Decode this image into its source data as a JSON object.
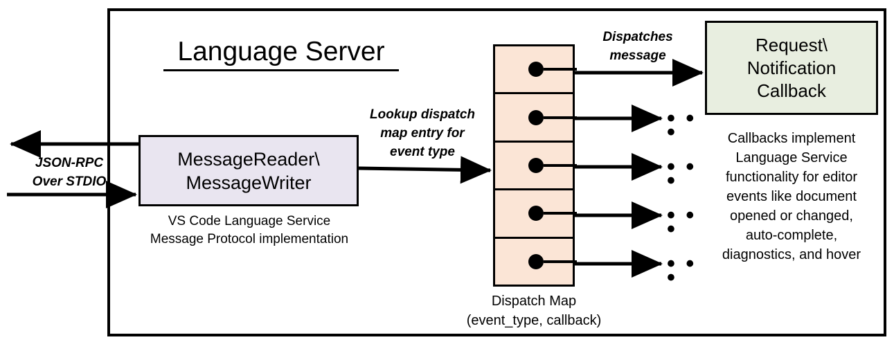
{
  "diagram": {
    "title": "Language Server",
    "io_label": "JSON-RPC\nOver STDIO",
    "io_label_line1": "JSON-RPC",
    "io_label_line2": "Over STDIO",
    "reader_box": {
      "line1": "MessageReader\\",
      "line2": "MessageWriter",
      "caption_line1": "VS Code Language Service",
      "caption_line2": "Message Protocol implementation"
    },
    "lookup_label": {
      "line1": "Lookup dispatch",
      "line2": "map entry for",
      "line3": "event type"
    },
    "dispatch_map": {
      "caption_line1": "Dispatch Map",
      "caption_line2": "(event_type, callback)",
      "row_count": 5,
      "fill_color": "#FBE5D6",
      "rows": [
        {
          "index": 1,
          "target": "callback-box"
        },
        {
          "index": 2,
          "target": "ellipsis"
        },
        {
          "index": 3,
          "target": "ellipsis"
        },
        {
          "index": 4,
          "target": "ellipsis"
        },
        {
          "index": 5,
          "target": "ellipsis"
        }
      ],
      "ellipsis": "• • •"
    },
    "dispatch_label": {
      "line1": "Dispatches",
      "line2": "message"
    },
    "callback_box": {
      "line1": "Request\\",
      "line2": "Notification",
      "line3": "Callback",
      "fill_color": "#E8EEE0",
      "caption_line1": "Callbacks implement",
      "caption_line2": "Language Service",
      "caption_line3": "functionality for editor",
      "caption_line4": "events like document",
      "caption_line5": "opened or changed,",
      "caption_line6": "auto-complete,",
      "caption_line7": "diagnostics, and hover"
    },
    "colors": {
      "stroke": "#000000",
      "reader_fill": "#E9E5F0",
      "map_fill": "#FBE5D6",
      "callback_fill": "#E8EEE0",
      "background": "#FFFFFF"
    }
  }
}
